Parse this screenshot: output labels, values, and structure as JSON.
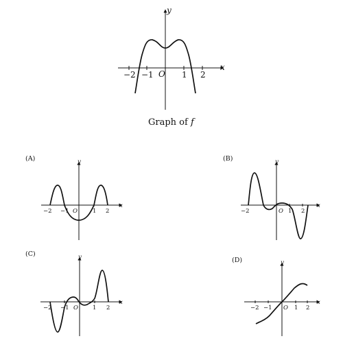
{
  "graph": {
    "caption_prefix": "Graph of ",
    "caption_var": "f",
    "y_label": "y",
    "x_label": "x",
    "origin_label": "O",
    "tick_labels": [
      "−2",
      "−1",
      "1",
      "2"
    ]
  },
  "options": [
    {
      "label": "(A)",
      "y_label": "y",
      "x_label": "x",
      "origin_label": "O",
      "tick_labels": [
        "−2",
        "−1",
        "1",
        "2"
      ]
    },
    {
      "label": "(B)",
      "y_label": "y",
      "x_label": "x",
      "origin_label": "O",
      "tick_labels": [
        "−2",
        "1",
        "2"
      ]
    },
    {
      "label": "(C)",
      "y_label": "y",
      "x_label": "x",
      "origin_label": "O",
      "tick_labels": [
        "−2",
        "−1",
        "1",
        "2"
      ]
    },
    {
      "label": "(D)",
      "y_label": "y",
      "x_label": "x",
      "origin_label": "O",
      "tick_labels": [
        "−2",
        "−1",
        "1",
        "2"
      ]
    }
  ]
}
